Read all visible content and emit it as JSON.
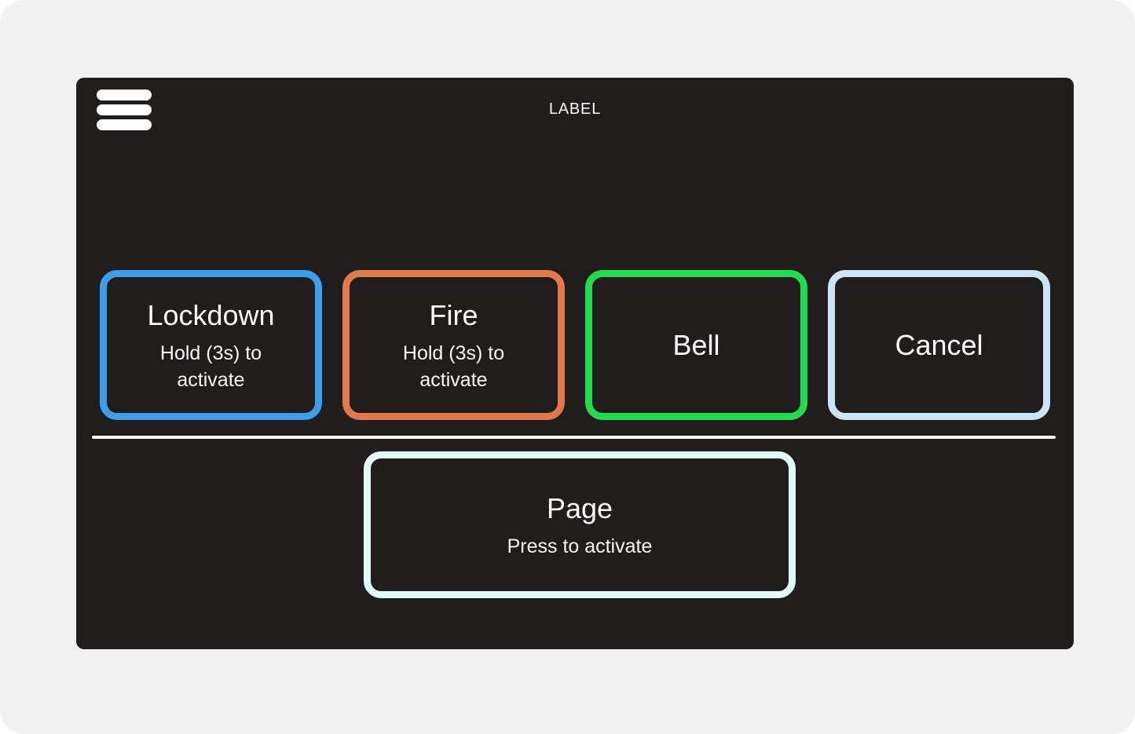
{
  "device": {
    "background": "#f2f1f1"
  },
  "screen": {
    "background": "#221d1d",
    "text_color": "#fdfdfd",
    "header": {
      "title": "LABEL",
      "menu_icon": "hamburger-icon"
    },
    "divider_color": "#ffffff",
    "alert_buttons": [
      {
        "label": "Lockdown",
        "sublabel": "Hold (3s) to activate",
        "color": "#3f9eec"
      },
      {
        "label": "Fire",
        "sublabel": "Hold (3s) to activate",
        "color": "#e0794b"
      },
      {
        "label": "Bell",
        "sublabel": "",
        "color": "#23da51"
      },
      {
        "label": "Cancel",
        "sublabel": "",
        "color": "#cde4f6"
      }
    ],
    "page_button": {
      "label": "Page",
      "sublabel": "Press to activate",
      "color": "#e3f9f6"
    }
  }
}
